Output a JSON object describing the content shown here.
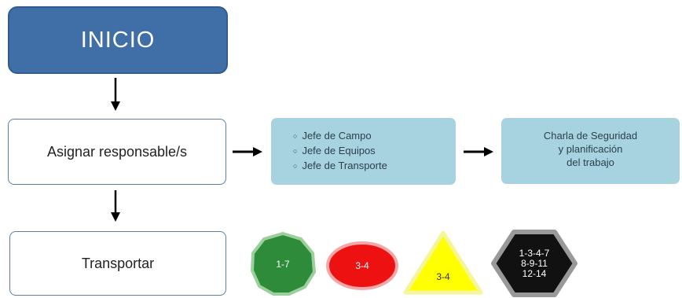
{
  "flow": {
    "start_label": "INICIO",
    "step_assign": "Asignar responsable/s",
    "step_transport": "Transportar",
    "roles": [
      "Jefe de Campo",
      "Jefe de Equipos",
      "Jefe de Transporte"
    ],
    "charla": [
      "Charla de Seguridad",
      "y planificación",
      "del trabajo"
    ]
  },
  "signals": {
    "green_circle": {
      "label": "1-7",
      "color": "#2e8b3a"
    },
    "red_oval": {
      "label": "3-4",
      "color": "#ee1111"
    },
    "yellow_triangle": {
      "label": "3-4",
      "color": "#ffff00"
    },
    "black_hexagon": {
      "lines": [
        "1-3-4-7",
        "8-9-11",
        "12-14"
      ],
      "color": "#111111"
    }
  }
}
